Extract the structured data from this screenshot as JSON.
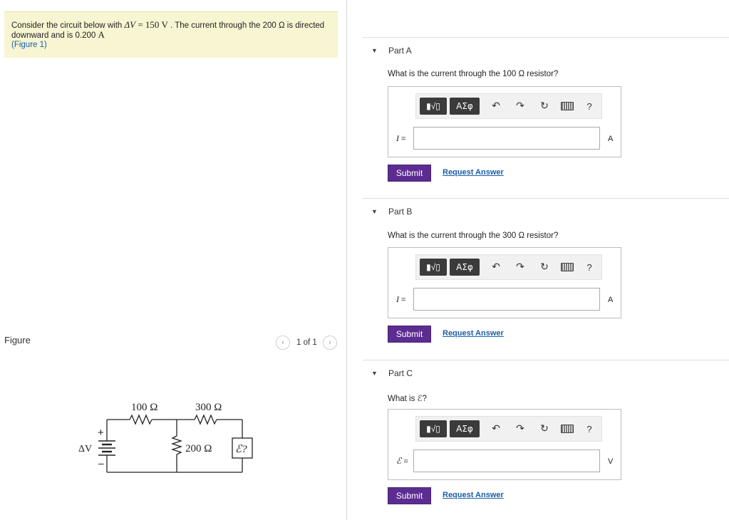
{
  "problem": {
    "line1_prefix": "Consider the circuit below with ",
    "delta_v_symbol": "ΔV",
    "eq_text": " = 150 ",
    "volt_unit": "V",
    "line1_suffix": " . The current through the 200 Ω is directed",
    "line2_prefix": "downward and is 0.200 ",
    "amp_unit": "A",
    "figure_link": "(Figure 1)"
  },
  "figure": {
    "title": "Figure",
    "pager": {
      "prev": "‹",
      "next": "›",
      "label": "1 of 1"
    },
    "circuit": {
      "r1": "100 Ω",
      "r2": "300 Ω",
      "r3": "200 Ω",
      "emf": "ℰ?",
      "source": "ΔV",
      "plus": "+",
      "minus": "–"
    }
  },
  "toolbar": {
    "templates": "▮√▯",
    "greek": "ΑΣφ",
    "undo": "↶",
    "redo": "↷",
    "reset": "↻",
    "help": "?"
  },
  "parts": [
    {
      "title": "Part A",
      "question": "What is the current through the 100 Ω resistor?",
      "variable": "I",
      "eq": " =",
      "input_value": "",
      "unit": "A",
      "submit": "Submit",
      "request": "Request Answer"
    },
    {
      "title": "Part B",
      "question": "What is the current through the 300 Ω resistor?",
      "variable": "I",
      "eq": " =",
      "input_value": "",
      "unit": "A",
      "submit": "Submit",
      "request": "Request Answer"
    },
    {
      "title": "Part C",
      "question": "What is ℰ?",
      "variable": "ℰ",
      "eq": " =",
      "input_value": "",
      "unit": "V",
      "submit": "Submit",
      "request": "Request Answer"
    }
  ],
  "colors": {
    "problem_bg": "#f7f5d2",
    "submit_bg": "#5c2d91",
    "link": "#1a5fa8",
    "toolbar_btn": "#3b3b3b"
  }
}
